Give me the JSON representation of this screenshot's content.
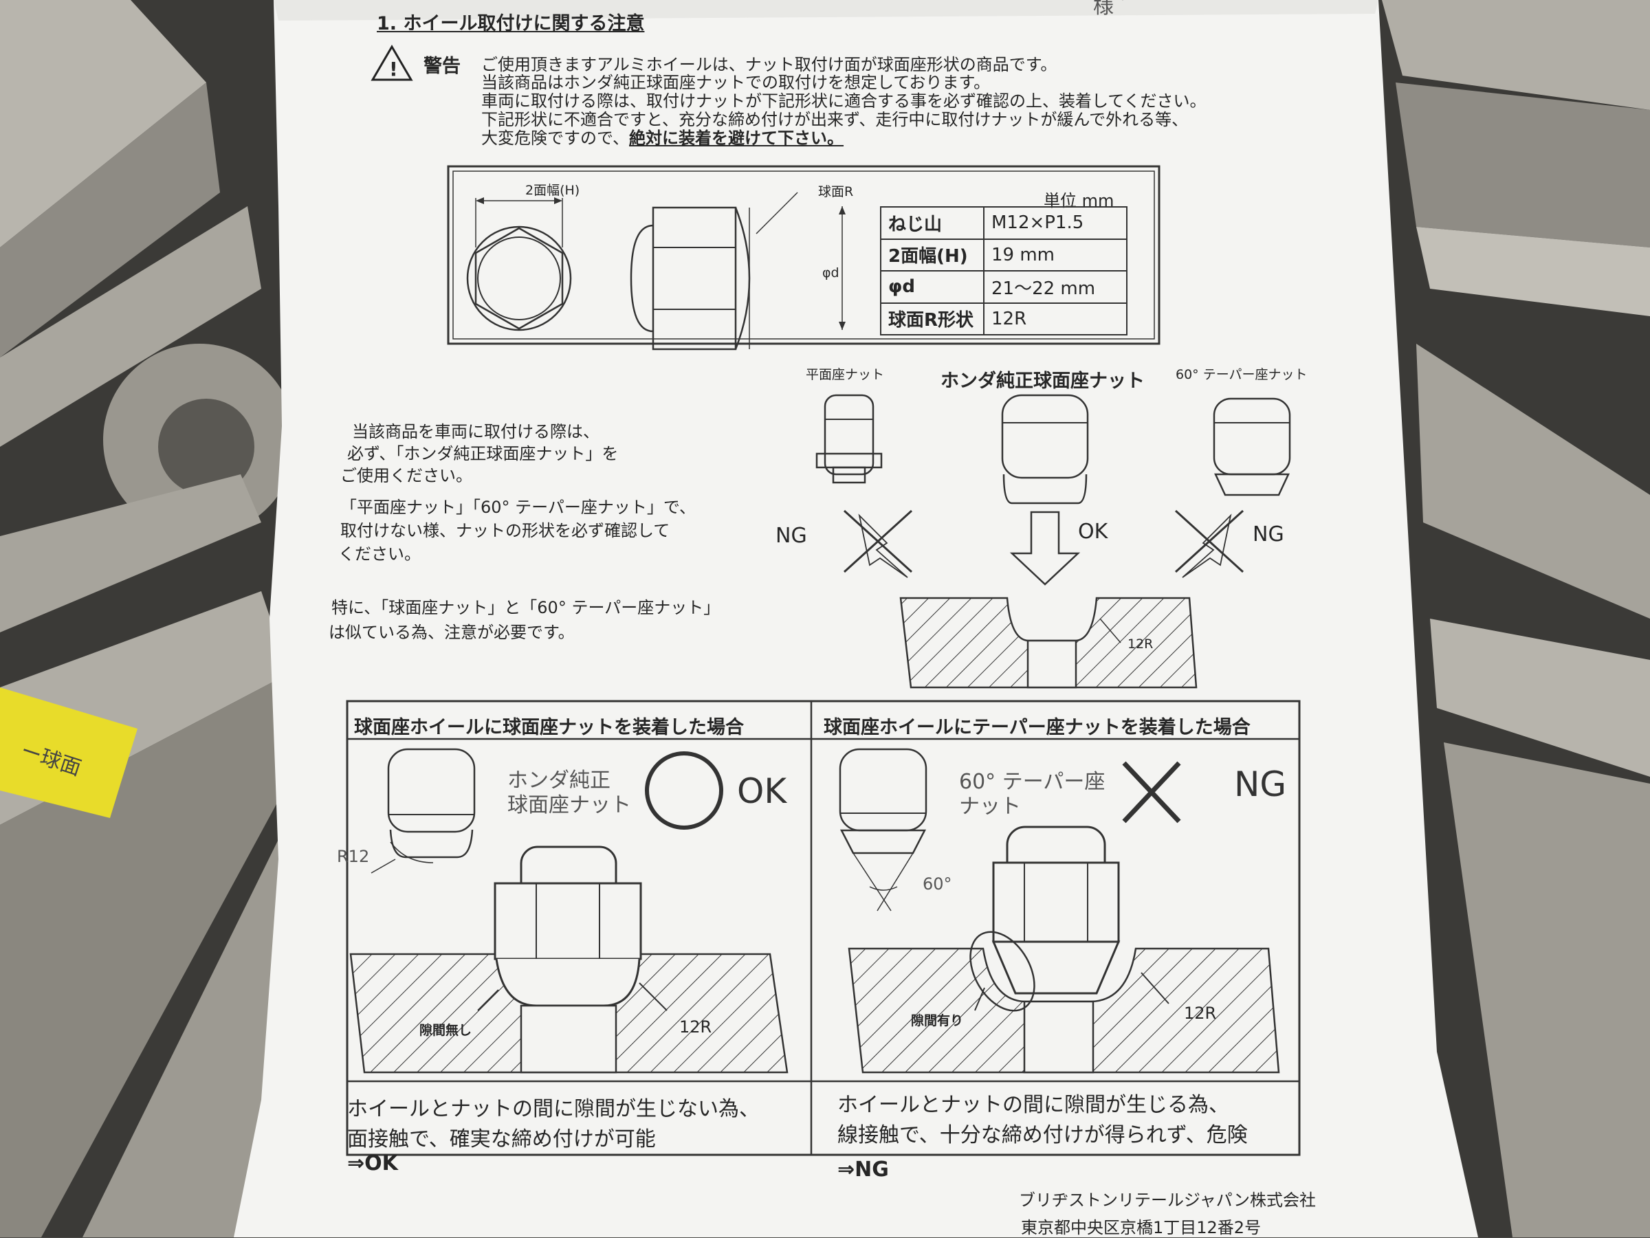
{
  "header": {
    "section_title": "1. ホイール取付けに関する注意",
    "top_fragment": "様 ゛"
  },
  "warning": {
    "label": "警告",
    "lines": [
      "ご使用頂きますアルミホイールは、ナット取付け面が球面座形状の商品です。",
      "当該商品はホンダ純正球面座ナットでの取付けを想定しております。",
      "車両に取付ける際は、取付けナットが下記形状に適合する事を必ず確認の上、装着してください。",
      "下記形状に不適合ですと、充分な締め付けが出来ず、走行中に取付けナットが緩んで外れる等、"
    ],
    "last_line_prefix": "大変危険ですので、",
    "last_line_emphasis": "絶対に装着を避けて下さい。"
  },
  "spec": {
    "unit": "単位 mm",
    "width_label": "2面幅(H)",
    "radius_label": "球面R",
    "diameter_label": "φd",
    "rows": [
      {
        "key": "ねじ山",
        "value": "M12×P1.5"
      },
      {
        "key": "2面幅(H)",
        "value": "19 mm"
      },
      {
        "key": "φd",
        "value": "21～22 mm"
      },
      {
        "key": "球面R形状",
        "value": "12R"
      }
    ]
  },
  "nut_types": {
    "flat": "平面座ナット",
    "honda": "ホンダ純正球面座ナット",
    "taper": "60° テーパー座ナット",
    "ng": "NG",
    "ok": "OK",
    "seat_radius": "12R"
  },
  "notes": {
    "para1": [
      "当該商品を車両に取付ける際は、",
      "必ず、「ホンダ純正球面座ナット」を",
      "ご使用ください。",
      "「平面座ナット」「60° テーパー座ナット」で、",
      "取付けない様、ナットの形状を必ず確認して",
      "ください。"
    ],
    "para2": [
      "特に、「球面座ナット」と「60° テーパー座ナット」",
      "は似ている為、注意が必要です。"
    ]
  },
  "case_ok": {
    "header": "球面座ホイールに球面座ナットを装着した場合",
    "nut_label_1": "ホンダ純正",
    "nut_label_2": "球面座ナット",
    "result": "OK",
    "radius": "R12",
    "gap_label": "隙間無し",
    "seat_radius": "12R",
    "desc_1": "ホイールとナットの間に隙間が生じない為、",
    "desc_2": "面接触で、確実な締め付けが可能",
    "verdict": "⇒OK"
  },
  "case_ng": {
    "header": "球面座ホイールにテーパー座ナットを装着した場合",
    "nut_label_1": "60° テーパー座",
    "nut_label_2": "ナット",
    "result": "NG",
    "angle": "60°",
    "gap_label": "隙間有り",
    "seat_radius": "12R",
    "desc_1": "ホイールとナットの間に隙間が生じる為、",
    "desc_2": "線接触で、十分な締め付けが得られず、危険",
    "verdict": "⇒NG"
  },
  "footer": {
    "company": "ブリヂストンリテールジャパン株式会社",
    "address": "東京都中央区京橋1丁目12番2号"
  },
  "sticker": {
    "text": "ー球面"
  },
  "colors": {
    "paper": "#f4f4f2",
    "wheel_silver": "#b5b2aa",
    "ink": "#262626",
    "sticker_yellow": "#e8dc2a"
  }
}
